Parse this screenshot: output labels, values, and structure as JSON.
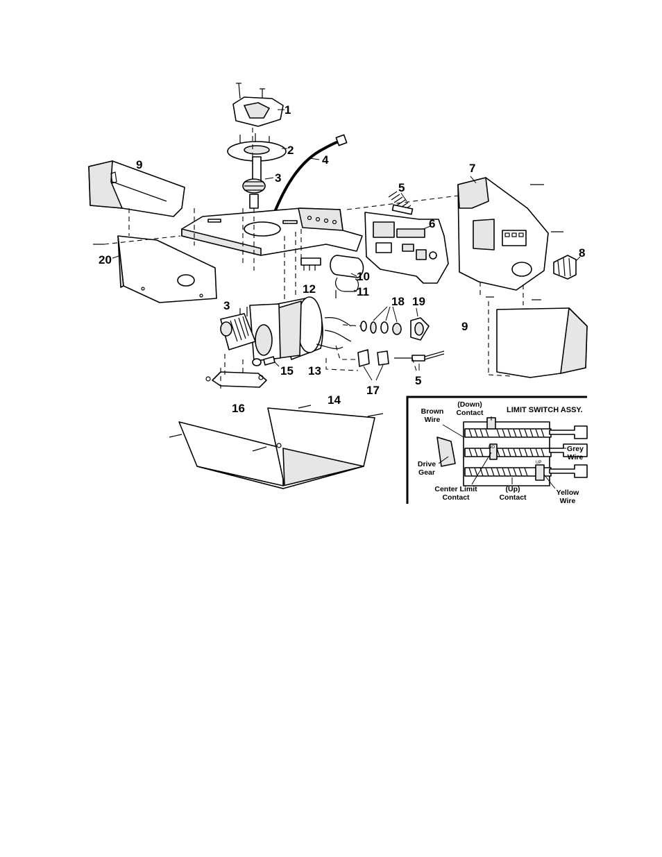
{
  "parts": [
    {
      "id": "1"
    },
    {
      "id": "2"
    },
    {
      "id": "3"
    },
    {
      "id": "4"
    },
    {
      "id": "5"
    },
    {
      "id": "6"
    },
    {
      "id": "7"
    },
    {
      "id": "8"
    },
    {
      "id": "9"
    },
    {
      "id": "10"
    },
    {
      "id": "11"
    },
    {
      "id": "12"
    },
    {
      "id": "13"
    },
    {
      "id": "14"
    },
    {
      "id": "15"
    },
    {
      "id": "16"
    },
    {
      "id": "17"
    },
    {
      "id": "18"
    },
    {
      "id": "19"
    },
    {
      "id": "20"
    }
  ],
  "inset": {
    "title": "LIMIT SWITCH ASSY.",
    "labels": {
      "down_contact_1": "(Down)",
      "down_contact_2": "Contact",
      "brown_wire_1": "Brown",
      "brown_wire_2": "Wire",
      "grey_wire_1": "Grey",
      "grey_wire_2": "Wire",
      "drive_gear_1": "Drive",
      "drive_gear_2": "Gear",
      "center_limit_1": "Center Limit",
      "center_limit_2": "Contact",
      "up_contact_1": "(Up)",
      "up_contact_2": "Contact",
      "yellow_wire_1": "Yellow",
      "yellow_wire_2": "Wire"
    },
    "markings": {
      "no": "NO",
      "up": "UP"
    }
  }
}
